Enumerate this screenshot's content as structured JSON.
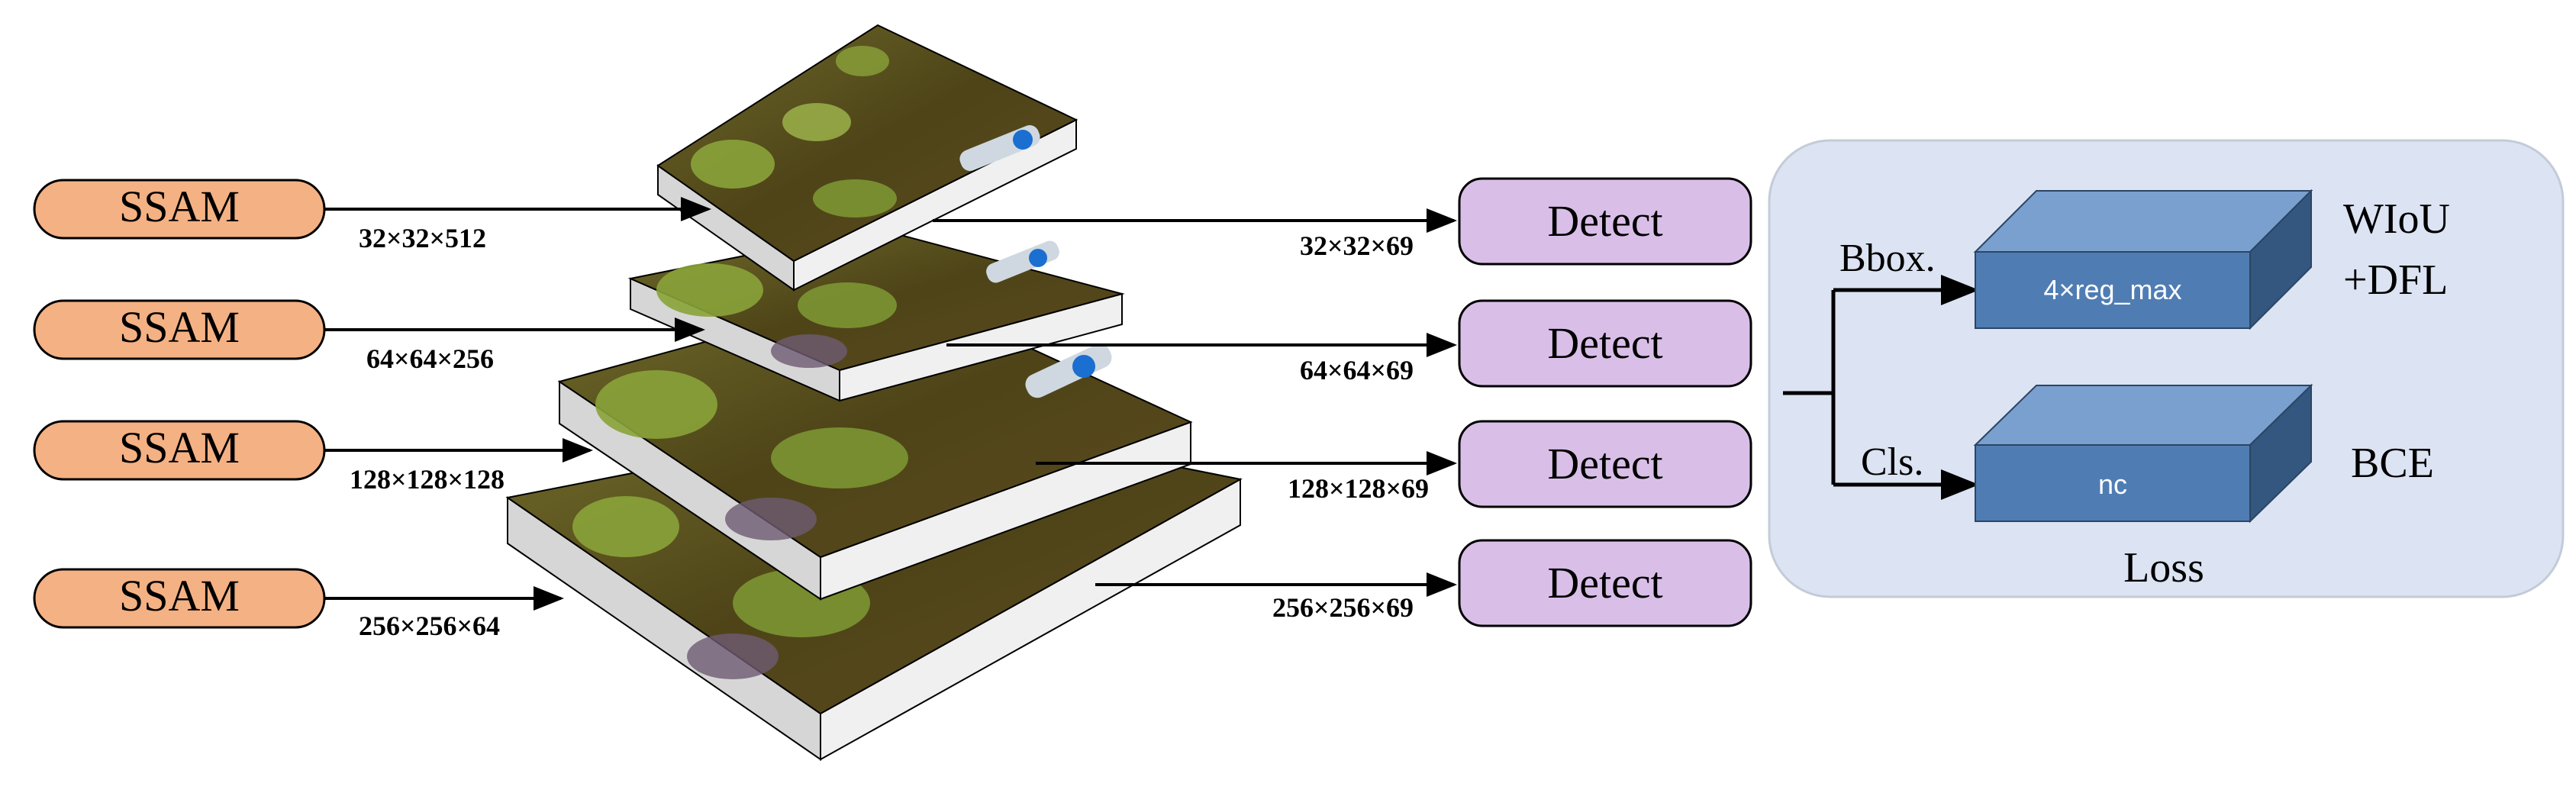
{
  "ssam": [
    {
      "label": "SSAM",
      "dim": "32×32×512"
    },
    {
      "label": "SSAM",
      "dim": "64×64×256"
    },
    {
      "label": "SSAM",
      "dim": "128×128×128"
    },
    {
      "label": "SSAM",
      "dim": "256×256×64"
    }
  ],
  "detect": [
    {
      "label": "Detect",
      "dim": "32×32×69"
    },
    {
      "label": "Detect",
      "dim": "64×64×69"
    },
    {
      "label": "Detect",
      "dim": "128×128×69"
    },
    {
      "label": "Detect",
      "dim": "256×256×69"
    }
  ],
  "loss_panel": {
    "title": "Loss",
    "bbox_branch": "Bbox.",
    "cls_branch": "Cls.",
    "bbox_head": "4×reg_max",
    "cls_head": "nc",
    "bbox_loss_line1": "WIoU",
    "bbox_loss_line2": "+DFL",
    "cls_loss": "BCE"
  },
  "colors": {
    "ssam_fill": "#f4b183",
    "detect_fill": "#d9bfe8",
    "panel_fill": "#dce3f2",
    "cube_front": "#4f7db3",
    "cube_top": "#7aa0cf",
    "cube_side": "#34577f"
  }
}
